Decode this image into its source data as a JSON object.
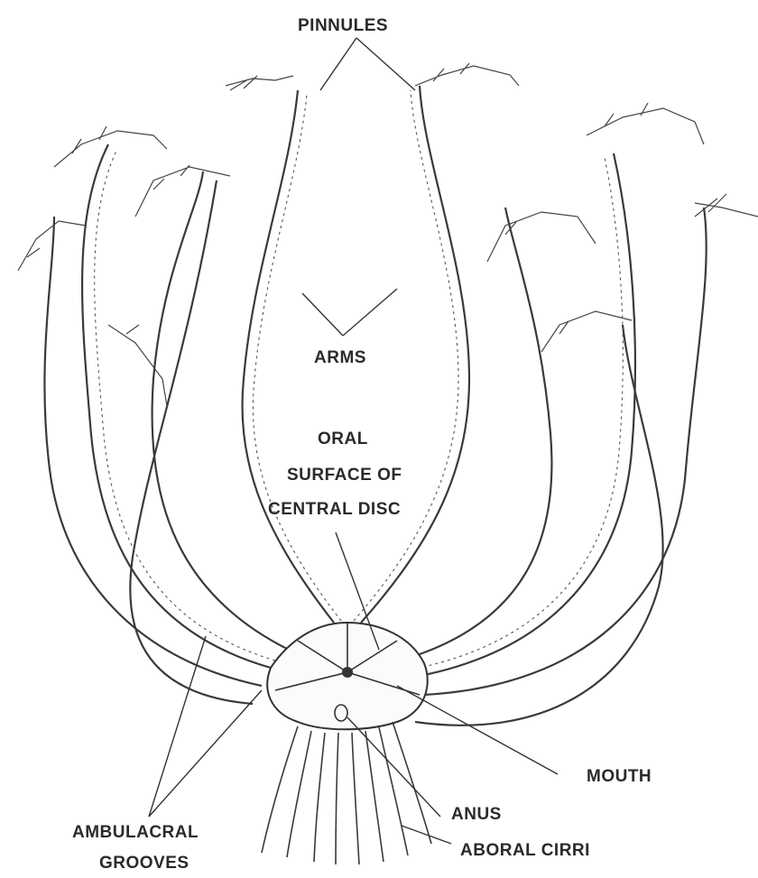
{
  "labels": {
    "pinnules": "PINNULES",
    "arms": "ARMS",
    "oral_line1": "ORAL",
    "oral_line2": "SURFACE OF",
    "oral_line3": "CENTRAL DISC",
    "mouth": "MOUTH",
    "anus": "ANUS",
    "ambulacral_line1": "AMBULACRAL",
    "ambulacral_line2": "GROOVES",
    "aboral_cirri": "ABORAL CIRRI"
  }
}
